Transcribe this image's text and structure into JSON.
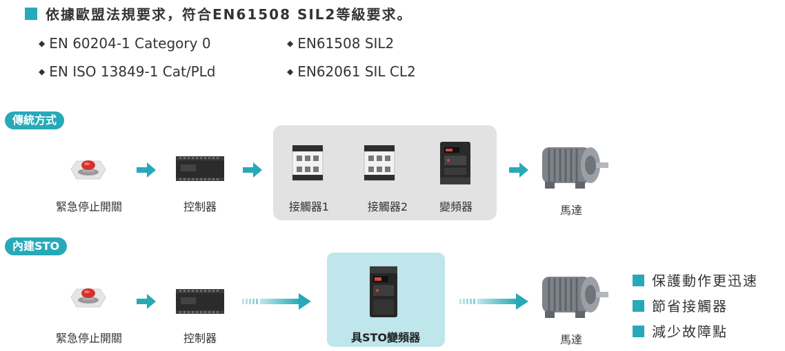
{
  "heading": "依據歐盟法規要求，符合EN61508 SIL2等級要求。",
  "standards": [
    "EN 60204-1 Category 0",
    "EN ISO 13849-1 Cat/PLd",
    "EN61508 SIL2",
    "EN62061 SIL CL2"
  ],
  "traditional": {
    "badge": "傳統方式",
    "labels": {
      "estop": "緊急停止開關",
      "controller": "控制器",
      "contactor1": "接觸器1",
      "contactor2": "接觸器2",
      "inverter": "變頻器",
      "motor": "馬達"
    }
  },
  "builtin": {
    "badge": "內建STO",
    "labels": {
      "estop": "緊急停止開關",
      "controller": "控制器",
      "sto_inverter": "具STO變頻器",
      "motor": "馬達"
    }
  },
  "benefits": [
    "保護動作更迅速",
    "節省接觸器",
    "減少故障點"
  ],
  "colors": {
    "accent": "#27a9b8",
    "grey_panel": "#e2e2e2",
    "teal_panel": "#bfe6ea"
  }
}
